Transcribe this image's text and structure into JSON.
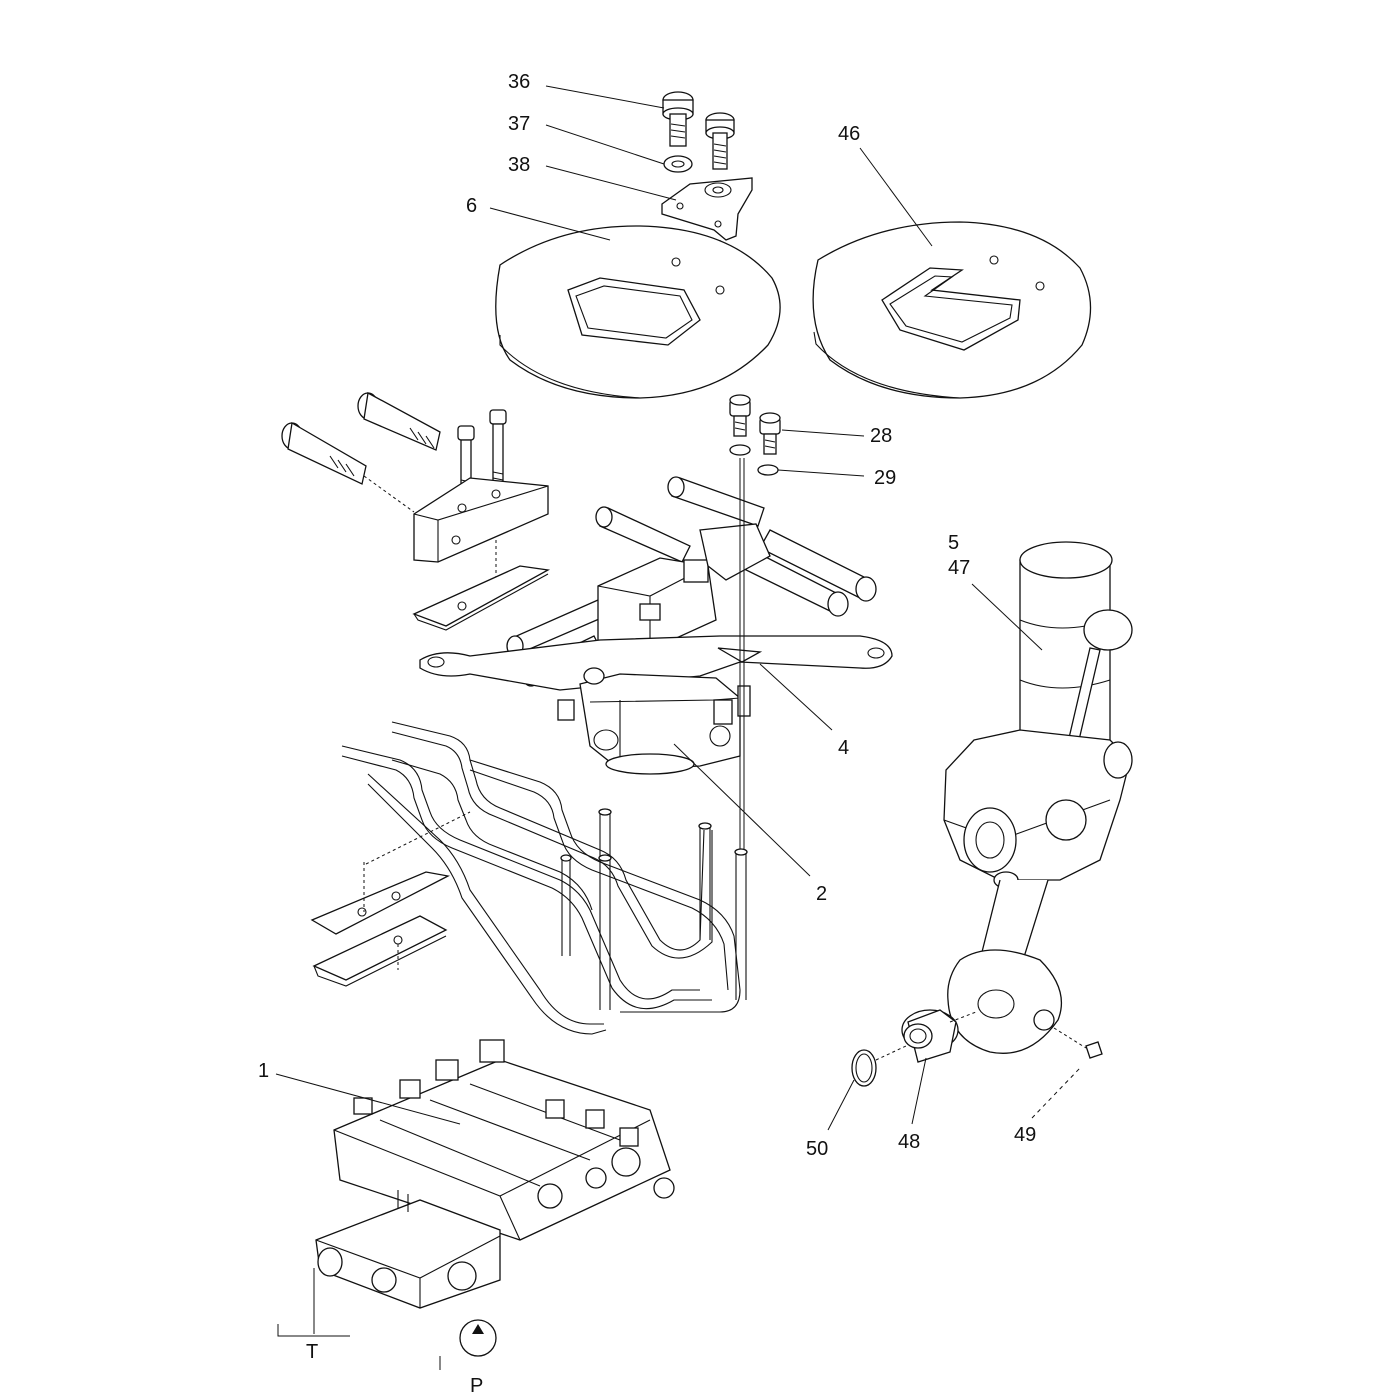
{
  "colors": {
    "line": "#111111",
    "background": "#ffffff"
  },
  "callouts": {
    "c36": "36",
    "c37": "37",
    "c38": "38",
    "c6": "6",
    "c46": "46",
    "c28": "28",
    "c29": "29",
    "c5": "5",
    "c47": "47",
    "c4": "4",
    "c2": "2",
    "c1": "1",
    "c50": "50",
    "c48": "48",
    "c49": "49"
  },
  "port_labels": {
    "tank": "T",
    "pressure": "P"
  }
}
